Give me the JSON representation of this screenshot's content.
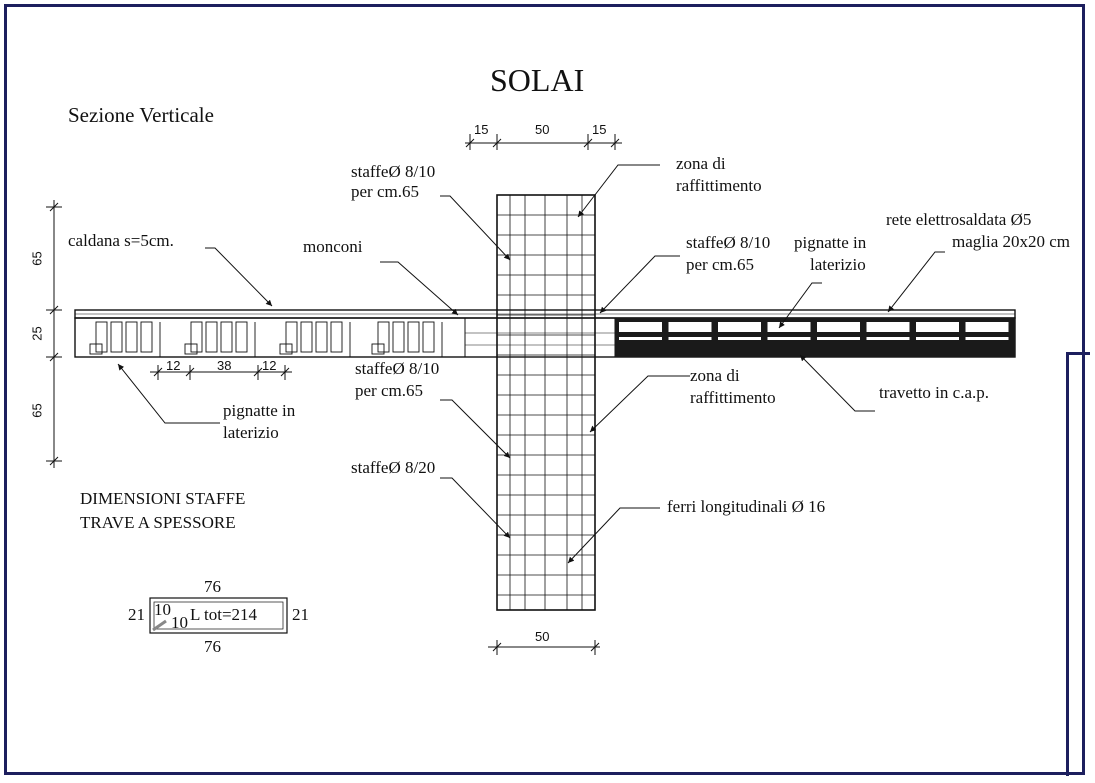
{
  "title": "SOLAI",
  "subtitle": "Sezione Verticale",
  "dims": {
    "top_left": "15",
    "top_mid": "50",
    "top_right": "15",
    "left_top": "65",
    "left_mid": "25",
    "left_bot": "65",
    "rib_a": "12",
    "rib_b": "38",
    "rib_c": "12",
    "bottom": "50"
  },
  "labels": {
    "caldana": "caldana s=5cm.",
    "monconi": "monconi",
    "staffe_top_1": "staffeØ 8/10",
    "staffe_top_2": "per cm.65",
    "zona_top_1": "zona di",
    "zona_top_2": "raffittimento",
    "rete_1": "rete elettrosaldata Ø5",
    "rete_2": "maglia 20x20 cm",
    "staffe_mid_1": "staffeØ 8/10",
    "staffe_mid_2": "per cm.65",
    "pignatte_r_1": "pignatte in",
    "pignatte_r_2": "laterizio",
    "staffe_low_1": "staffeØ 8/10",
    "staffe_low_2": "per cm.65",
    "zona_low_1": "zona di",
    "zona_low_2": "raffittimento",
    "travetto": "travetto in c.a.p.",
    "pignatte_l_1": "pignatte in",
    "pignatte_l_2": "laterizio",
    "staffe_820": "staffeØ 8/20",
    "ferri": "ferri longitudinali Ø 16"
  },
  "stirrup": {
    "heading_1": "DIMENSIONI STAFFE",
    "heading_2": "TRAVE A SPESSORE",
    "top": "76",
    "bottom": "76",
    "left": "21",
    "right": "21",
    "inner_a": "10",
    "inner_b": "10",
    "total": "L tot=214"
  },
  "colors": {
    "frame": "#1d1f5e",
    "ink": "#111111"
  }
}
